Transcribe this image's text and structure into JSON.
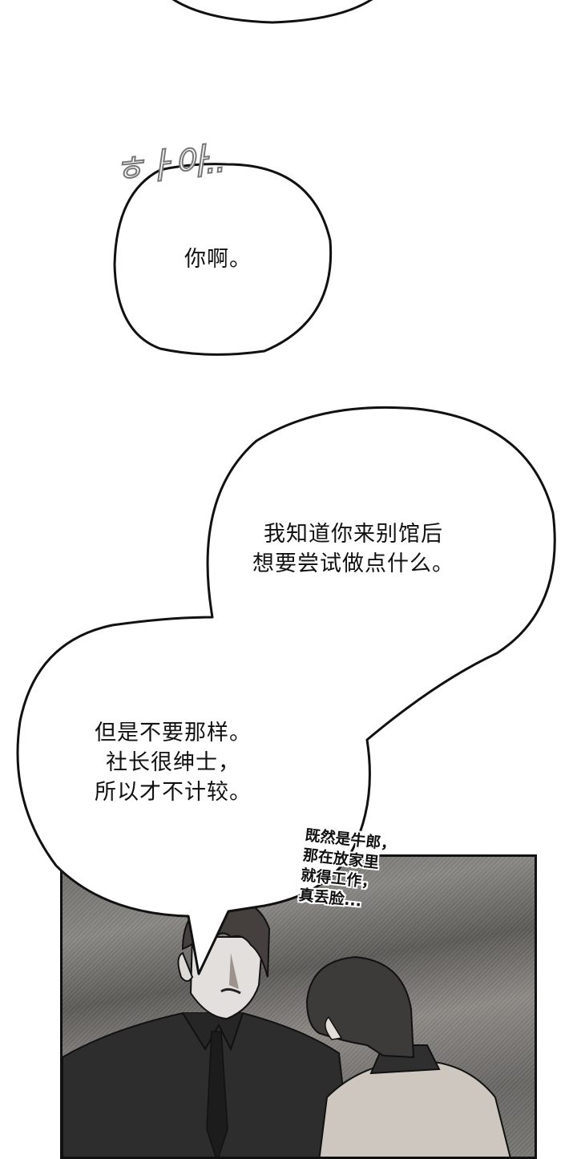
{
  "page": {
    "type": "webtoon-comic-panel",
    "background": "#ffffff"
  },
  "bubbles": [
    {
      "id": "top-partial",
      "text": ""
    },
    {
      "id": "bubble-1",
      "text": "你啊。"
    },
    {
      "id": "bubble-2a",
      "lines": [
        "我知道你来别馆后",
        "想要尝试做点什么。"
      ]
    },
    {
      "id": "bubble-2b",
      "lines": [
        "但是不要那样。",
        "社长很绅士，",
        "所以才不计较。"
      ]
    }
  ],
  "sfx": {
    "sigh": "ㅎㅏ아..",
    "inner_thought_lines": [
      "既然是牛郎，",
      "那在放家里",
      "就得工作，",
      "真丢脸..."
    ]
  },
  "panel": {
    "description": "Man in black shirt and tie frowning, facing a dark-haired man in beige jacket seen from behind",
    "border_color": "#111111",
    "background_tone": "#7a7874"
  },
  "text_display": {
    "bubble_2a": "我知道你来别馆后\n想要尝试做点什么。",
    "bubble_2b": "但是不要那样。\n社长很绅士，\n所以才不计较。",
    "sfx_block": "既然是牛郎，\n那在放家里\n就得工作，\n真丢脸..."
  }
}
